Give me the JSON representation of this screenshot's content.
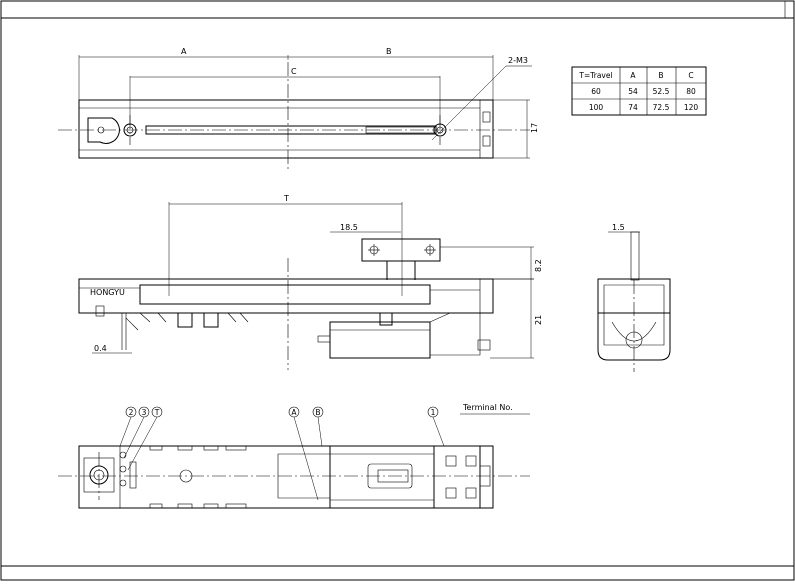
{
  "dimensions": {
    "A": "A",
    "B": "B",
    "C": "C",
    "mount_holes": "2-M3",
    "height_17": "17",
    "travel": "T",
    "offset_18_5": "18.5",
    "height_8_2": "8.2",
    "height_21": "21",
    "pin_0_4": "0.4",
    "side_1_5": "1.5"
  },
  "brand_label": "HONGYU",
  "terminal_table": {
    "headers": [
      "T=Travel",
      "A",
      "B",
      "C"
    ],
    "rows": [
      [
        "60",
        "54",
        "52.5",
        "80"
      ],
      [
        "100",
        "74",
        "72.5",
        "120"
      ]
    ]
  },
  "terminals": {
    "t2": "2",
    "t3": "3",
    "tT": "T",
    "tA": "A",
    "tB": "B",
    "t1": "1",
    "caption": "Terminal No."
  }
}
